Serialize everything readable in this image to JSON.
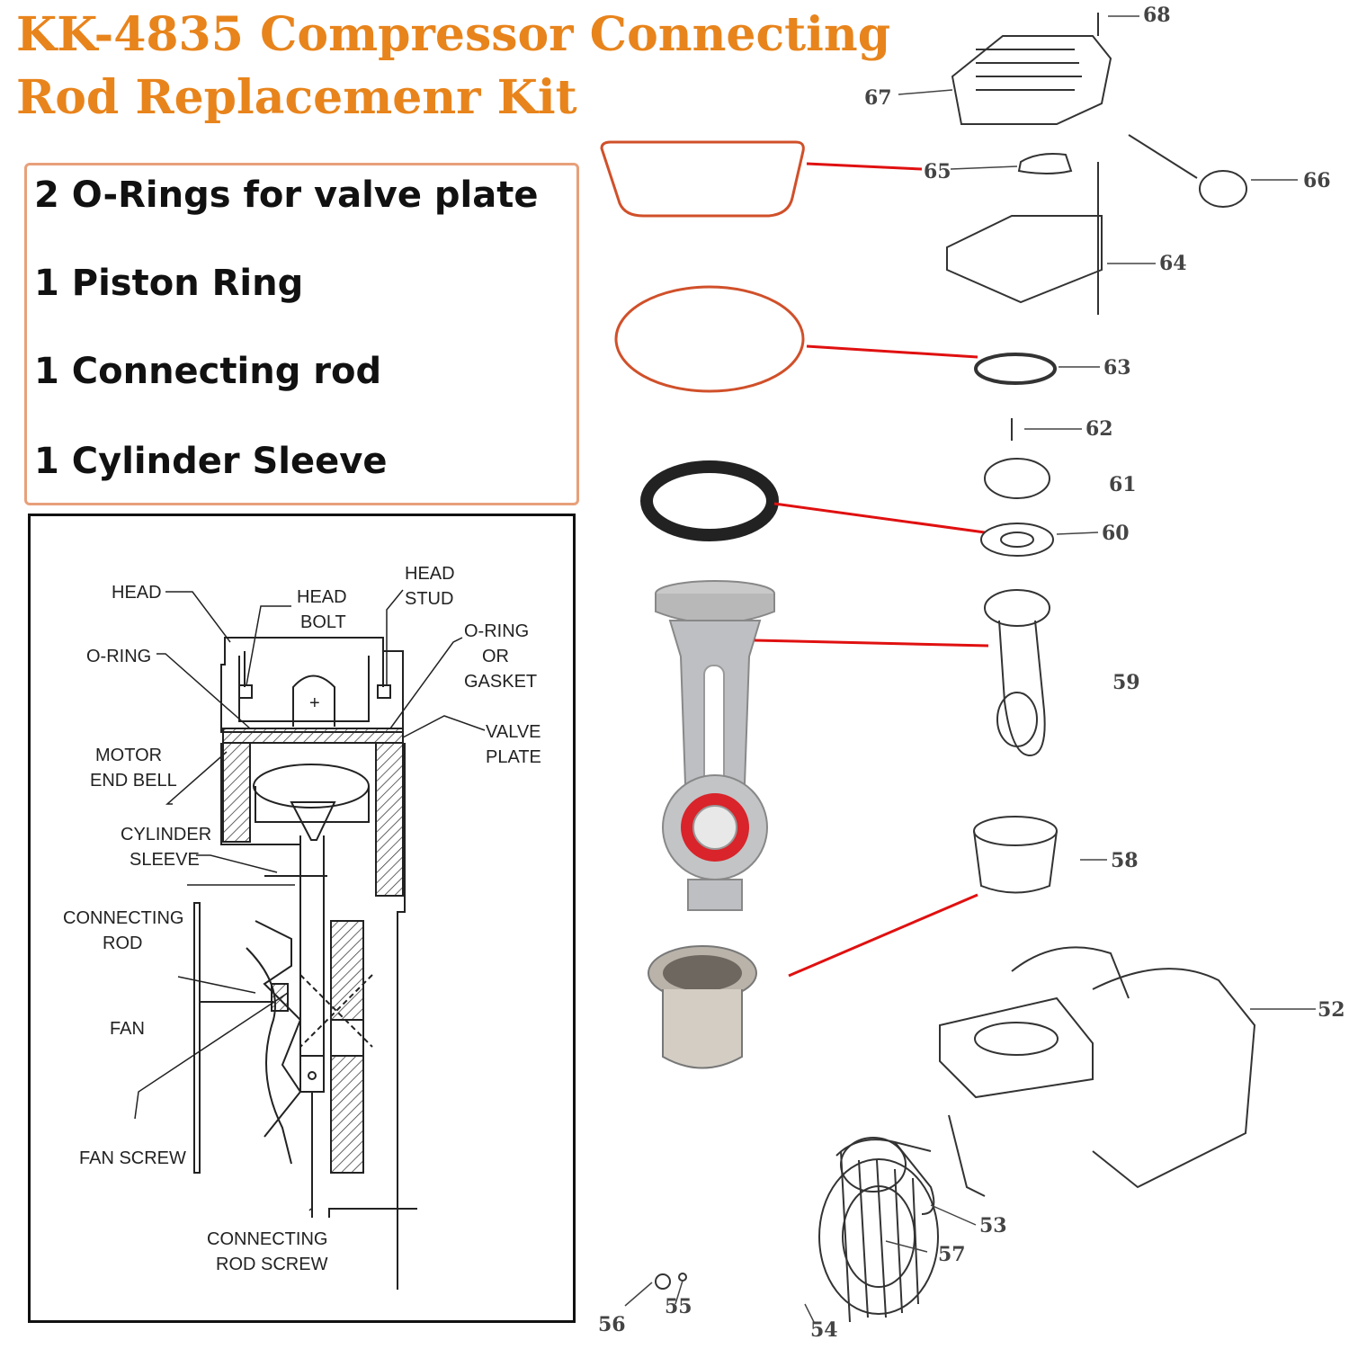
{
  "title": {
    "line1": "KK-4835 Compressor Connecting",
    "line2": "Rod Replacemenr Kit"
  },
  "kit_items": [
    "2 O-Rings for valve plate",
    "1 Piston Ring",
    "1 Connecting rod",
    "1 Cylinder Sleeve"
  ],
  "cross_section": {
    "head": "HEAD",
    "head_bolt_1": "HEAD",
    "head_bolt_2": "BOLT",
    "head_stud_1": "HEAD",
    "head_stud_2": "STUD",
    "oring": "O-RING",
    "oring_gasket_1": "O-RING",
    "oring_gasket_2": "OR",
    "oring_gasket_3": "GASKET",
    "motor_end_bell_1": "MOTOR",
    "motor_end_bell_2": "END BELL",
    "valve_plate_1": "VALVE",
    "valve_plate_2": "PLATE",
    "cylinder_sleeve_1": "CYLINDER",
    "cylinder_sleeve_2": "SLEEVE",
    "connecting_rod_1": "CONNECTING",
    "connecting_rod_2": "ROD",
    "fan": "FAN",
    "fan_screw": "FAN SCREW",
    "rod_screw_1": "CONNECTING",
    "rod_screw_2": "ROD SCREW",
    "plus_mark": "+"
  },
  "part_numbers": {
    "p68": "68",
    "p67": "67",
    "p66": "66",
    "p65": "65",
    "p64": "64",
    "p63": "63",
    "p62": "62",
    "p61": "61",
    "p60": "60",
    "p59": "59",
    "p58": "58",
    "p52": "52",
    "p53": "53",
    "p57": "57",
    "p56": "56",
    "p55": "55",
    "p54": "54"
  },
  "colors": {
    "title": "#e8841c",
    "kit_border": "#e8a07a",
    "callout_red": "#e01010",
    "oring_red": "#d0502a",
    "bearing_red": "#d8242a"
  }
}
